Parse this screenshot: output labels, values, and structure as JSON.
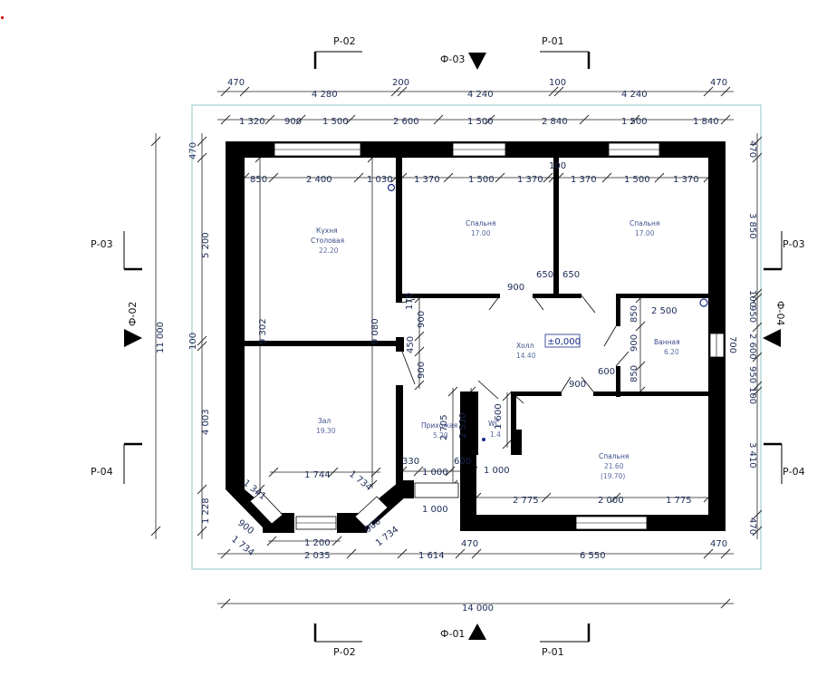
{
  "sections": {
    "p02_top": "Р-02",
    "p01_top": "Р-01",
    "f03": "Ф-03",
    "p03_left": "Р-03",
    "p04_left": "Р-04",
    "f02": "Ф-02",
    "p03_right": "Р-03",
    "p04_right": "Р-04",
    "f04": "Ф-04",
    "f01": "Ф-01",
    "p02_bottom": "Р-02",
    "p01_bottom": "Р-01"
  },
  "top_dims_outer": [
    "470",
    "4 280",
    "200",
    "4 240",
    "100",
    "4 240",
    "470"
  ],
  "top_dims_inner": [
    "1 320",
    "900",
    "1 500",
    "2 600",
    "1 500",
    "2 840",
    "1 500",
    "1 840"
  ],
  "left_dims_outer": [
    "11 000"
  ],
  "left_dims_inner": [
    "470",
    "5 200",
    "100",
    "4 003",
    "1 228"
  ],
  "right_dims": [
    "470",
    "3 850",
    "100",
    "950",
    "700",
    "2 600",
    "950",
    "100",
    "3 410",
    "470"
  ],
  "bottom_dims_total": "14 000",
  "bottom_dims_main": [
    "2 035",
    "1 614",
    "470",
    "6 550",
    "470"
  ],
  "interior_dims": {
    "kitchen_top": [
      "850",
      "2 400",
      "1 030"
    ],
    "bed_top": [
      "1 370",
      "1 500",
      "1 370",
      "100",
      "1 370",
      "1 500",
      "1 370"
    ],
    "kitchen_v1": "9 302",
    "kitchen_v2": "9 080",
    "hall_a": "900",
    "hall_b": "650",
    "hall_c": "650",
    "hall_d": "170",
    "hall_e": "900",
    "hall_f": "450",
    "hall_g": "900",
    "bath_a": "2 500",
    "bath_b": "850",
    "bath_c": "900",
    "bath_d": "850",
    "bath_e": "600",
    "bath_f": "900",
    "entry_a": "2 705",
    "entry_b": "2 530",
    "entry_c": "1 600",
    "entry_d": "330",
    "entry_e": "600",
    "entry_f": "1 000",
    "entry_g": "1 000",
    "entry_h": "1 000",
    "bed3": [
      "2 775",
      "2 000",
      "1 775"
    ],
    "hall_bay": [
      "1 744",
      "1 341",
      "1 734",
      "1 734",
      "900",
      "1 200",
      "900",
      "1 734"
    ]
  },
  "rooms": {
    "kitchen_name1": "Кухня",
    "kitchen_name2": "Столовая",
    "kitchen_area": "22.20",
    "bed1_name": "Спальня",
    "bed1_area": "17.00",
    "bed2_name": "Спальня",
    "bed2_area": "17.00",
    "hall_name": "Холл",
    "hall_area": "14.40",
    "bath_name": "Ванная",
    "bath_area": "6.20",
    "zal_name": "Зал",
    "zal_area": "19.30",
    "entry_name": "Прихожая",
    "entry_area": "5.20",
    "wc_name": "WC",
    "wc_area": "1.4",
    "bed3_name": "Спальня",
    "bed3_area": "21.60",
    "bed3_area2": "(19.70)"
  },
  "level_mark": "±0,000"
}
